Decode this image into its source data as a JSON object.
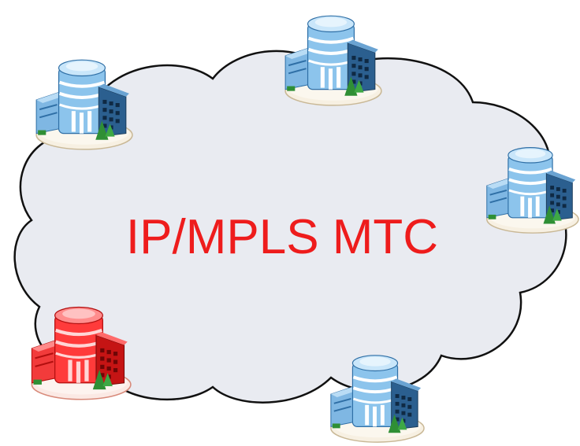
{
  "diagram": {
    "title": "IP/MPLS MTC",
    "colors": {
      "cloud_fill": "#e9ebf1",
      "cloud_stroke": "#111111",
      "label": "#ee1c1c",
      "building_blue": "#8cc4ec",
      "building_blue_dark": "#2f6fa6",
      "building_red": "#ff3b3b",
      "building_red_dark": "#b30f0f",
      "glass_dark": "#1b3d5c",
      "tree": "#2f8f35",
      "base": "#f7f0e2"
    },
    "nodes": [
      {
        "id": "site-top-left",
        "variant": "blue",
        "icon": "office-building-icon"
      },
      {
        "id": "site-top",
        "variant": "blue",
        "icon": "office-building-icon"
      },
      {
        "id": "site-right",
        "variant": "blue",
        "icon": "office-building-icon"
      },
      {
        "id": "site-bottom",
        "variant": "blue",
        "icon": "office-building-icon"
      },
      {
        "id": "site-bottom-left",
        "variant": "red",
        "icon": "office-building-icon"
      }
    ]
  }
}
